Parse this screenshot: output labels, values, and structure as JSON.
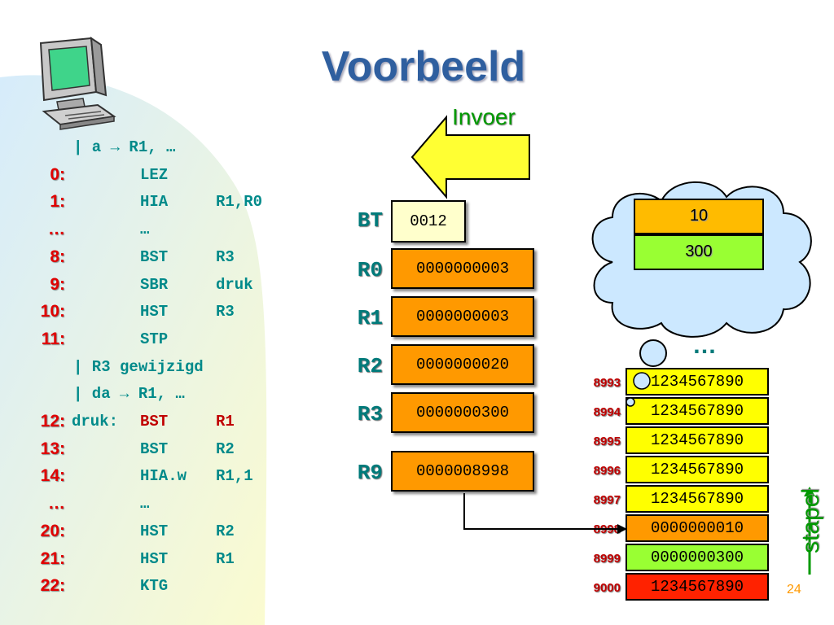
{
  "title": "Voorbeeld",
  "code_lines": [
    {
      "num": "",
      "label": "",
      "op": "",
      "arg": "",
      "comment": "| a → R1, …"
    },
    {
      "num": "0:",
      "label": "",
      "op": "LEZ",
      "arg": ""
    },
    {
      "num": "1:",
      "label": "",
      "op": "HIA",
      "arg": "R1,R0"
    },
    {
      "num": "…",
      "label": "",
      "op": "…",
      "arg": ""
    },
    {
      "num": "8:",
      "label": "",
      "op": "BST",
      "arg": "R3"
    },
    {
      "num": "9:",
      "label": "",
      "op": "SBR",
      "arg": "druk"
    },
    {
      "num": "10:",
      "label": "",
      "op": "HST",
      "arg": "R3"
    },
    {
      "num": "11:",
      "label": "",
      "op": "STP",
      "arg": ""
    },
    {
      "num": "",
      "label": "",
      "op": "",
      "arg": "",
      "comment": "| R3 gewijzigd"
    },
    {
      "num": "",
      "label": "",
      "op": "",
      "arg": "",
      "comment": "| da → R1, …"
    },
    {
      "num": "12:",
      "label": "druk:",
      "op": "BST",
      "arg": "R1"
    },
    {
      "num": "13:",
      "label": "",
      "op": "BST",
      "arg": "R2"
    },
    {
      "num": "14:",
      "label": "",
      "op": "HIA.w",
      "arg": "R1,1"
    },
    {
      "num": "…",
      "label": "",
      "op": "…",
      "arg": ""
    },
    {
      "num": "20:",
      "label": "",
      "op": "HST",
      "arg": "R2"
    },
    {
      "num": "21:",
      "label": "",
      "op": "HST",
      "arg": "R1"
    },
    {
      "num": "22:",
      "label": "",
      "op": "KTG",
      "arg": ""
    }
  ],
  "invoer_label": "Invoer",
  "bt": {
    "name": "BT",
    "value": "0012"
  },
  "registers": [
    {
      "name": "R0",
      "value": "0000000003"
    },
    {
      "name": "R1",
      "value": "0000000003"
    },
    {
      "name": "R2",
      "value": "0000000020"
    },
    {
      "name": "R3",
      "value": "0000000300"
    },
    {
      "name": "R9",
      "value": "0000008998"
    }
  ],
  "cloud_values": [
    "10",
    "300"
  ],
  "cloud_dots": "…",
  "memory": [
    {
      "addr": "8993",
      "value": "1234567890",
      "color": "#ffff00"
    },
    {
      "addr": "8994",
      "value": "1234567890",
      "color": "#ffff00"
    },
    {
      "addr": "8995",
      "value": "1234567890",
      "color": "#ffff00"
    },
    {
      "addr": "8996",
      "value": "1234567890",
      "color": "#ffff00"
    },
    {
      "addr": "8997",
      "value": "1234567890",
      "color": "#ffff00"
    },
    {
      "addr": "8998",
      "value": "0000000010",
      "color": "#ff9900"
    },
    {
      "addr": "8999",
      "value": "0000000300",
      "color": "#99ff33"
    },
    {
      "addr": "9000",
      "value": "1234567890",
      "color": "#ff2200"
    }
  ],
  "stapel_label": "stapel",
  "page_number": "24",
  "colors": {
    "title": "#2f5f9f",
    "code": "#008a8a",
    "line_number": "#e00000",
    "register": "#ff9900",
    "arrow": "#ffff33",
    "stapel": "#009900"
  },
  "icons": [
    "computer-icon",
    "invoer-arrow-icon",
    "thought-cloud-icon",
    "stack-arrow-icon"
  ]
}
